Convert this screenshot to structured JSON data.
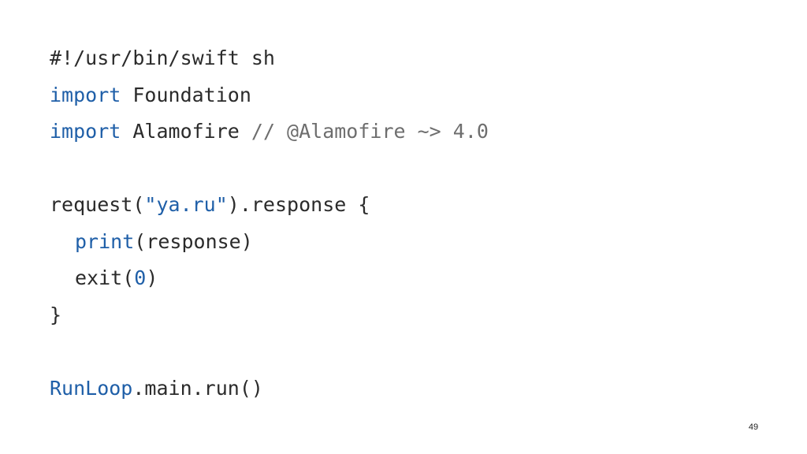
{
  "code": {
    "shebang": "#!/usr/bin/swift sh",
    "import_kw_1": "import",
    "import_mod_1": " Foundation",
    "import_kw_2": "import",
    "import_mod_2": " Alamofire ",
    "import_comment": "// @Alamofire ~> 4.0",
    "request_fn": "request(",
    "request_arg": "\"ya.ru\"",
    "request_rest": ").response {",
    "print_fn": "print",
    "print_args": "(response)",
    "exit_fn": "exit(",
    "exit_arg": "0",
    "exit_close": ")",
    "close_brace": "}",
    "runloop_type": "RunLoop",
    "runloop_rest": ".main.run()"
  },
  "page_number": "49",
  "colors": {
    "keyword": "#1f5fa8",
    "comment": "#6e6e6e",
    "text": "#2b2b2b",
    "background": "#ffffff"
  }
}
